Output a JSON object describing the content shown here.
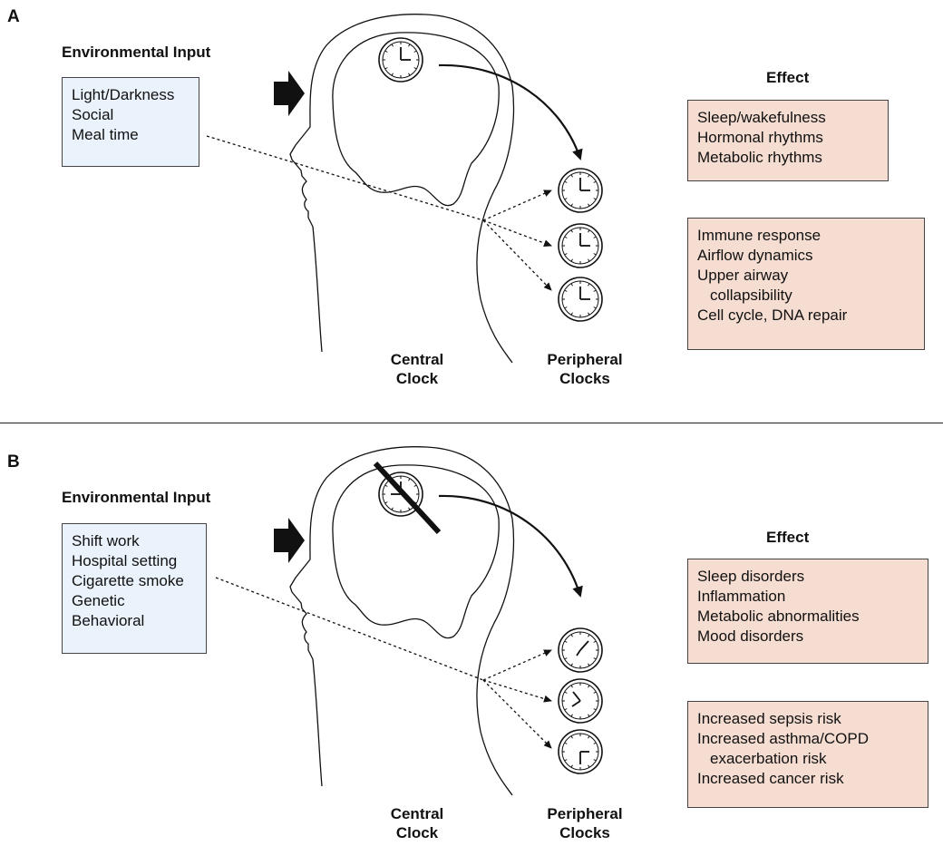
{
  "panel_a": {
    "letter": "A",
    "input_title": "Environmental Input",
    "inputs": [
      "Light/Darkness",
      "Social",
      "Meal time"
    ],
    "effect_title": "Effect",
    "effects_central": [
      "Sleep/wakefulness",
      "Hormonal rhythms",
      "Metabolic rhythms"
    ],
    "effects_peripheral": [
      "Immune response",
      "Airflow dynamics",
      "Upper airway",
      "collapsibility",
      "Cell cycle, DNA repair"
    ],
    "central_label": [
      "Central",
      "Clock"
    ],
    "peripheral_label": [
      "Peripheral",
      "Clocks"
    ]
  },
  "panel_b": {
    "letter": "B",
    "input_title": "Environmental Input",
    "inputs": [
      "Shift work",
      "Hospital setting",
      "Cigarette smoke",
      "Genetic",
      "Behavioral"
    ],
    "effect_title": "Effect",
    "effects_central": [
      "Sleep disorders",
      "Inflammation",
      "Metabolic abnormalities",
      "Mood disorders"
    ],
    "effects_peripheral": [
      "Increased sepsis risk",
      "Increased asthma/COPD",
      "exacerbation risk",
      "Increased cancer risk"
    ],
    "central_label": [
      "Central",
      "Clock"
    ],
    "peripheral_label": [
      "Peripheral",
      "Clocks"
    ]
  },
  "icons": {
    "clock": "clock-icon",
    "arrow": "arrow-right-icon",
    "head": "head-silhouette-icon",
    "disrupted": "disrupted-clock-slash"
  },
  "colors": {
    "input_box_fill": "#eaf3fc",
    "effect_box_fill": "#f6ddd2",
    "stroke": "#111111"
  }
}
